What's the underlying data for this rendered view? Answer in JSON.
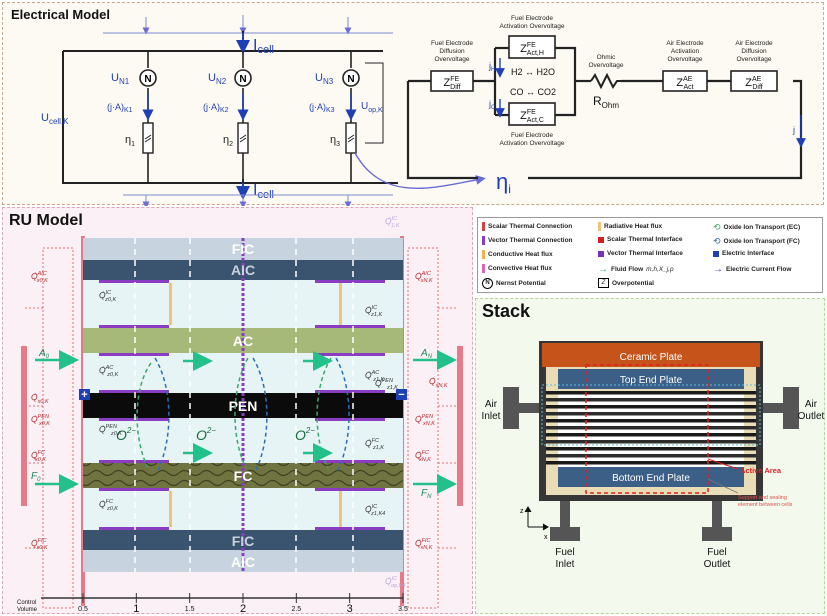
{
  "titles": {
    "electrical": "Electrical Model",
    "ru": "RU Model",
    "stack": "Stack"
  },
  "electrical": {
    "i_cell_top": "I",
    "i_cell_bot": "I",
    "cell_sub": "cell",
    "u_cell": "U",
    "u_cell_sub": "cell,K",
    "u_n": [
      {
        "main": "U",
        "sub": "N1"
      },
      {
        "main": "U",
        "sub": "N2"
      },
      {
        "main": "U",
        "sub": "N3"
      }
    ],
    "ja": [
      {
        "main": "(j·A)",
        "sub": "K1"
      },
      {
        "main": "(j·A)",
        "sub": "K2"
      },
      {
        "main": "(j·A)",
        "sub": "K3"
      }
    ],
    "eta": [
      {
        "main": "η",
        "sub": "1"
      },
      {
        "main": "η",
        "sub": "2"
      },
      {
        "main": "η",
        "sub": "3"
      }
    ],
    "u_op": "U",
    "u_op_sub": "op,K",
    "fe_diff_label": [
      "Fuel Electrode",
      "Diffusion",
      "Overvoltage"
    ],
    "fe_act_label_top": [
      "Fuel Electrode",
      "Activation Overvoltage"
    ],
    "fe_act_label_bot": [
      "Fuel Electrode",
      "Activation Overvoltage"
    ],
    "ohmic_label": [
      "Ohmic",
      "Overvoltage"
    ],
    "ae_act_label": [
      "Air Electrode",
      "Activation",
      "Overvoltage"
    ],
    "ae_diff_label": [
      "Air Electrode",
      "Diffusion",
      "Overvoltage"
    ],
    "z_fe_diff": {
      "main": "Z",
      "sup": "FE",
      "sub": "Diff"
    },
    "z_fe_act_h": {
      "main": "Z",
      "sup": "FE",
      "sub": "Act,H"
    },
    "z_fe_act_c": {
      "main": "Z",
      "sup": "FE",
      "sub": "Act,C"
    },
    "z_ae_act": {
      "main": "Z",
      "sup": "AE",
      "sub": "Act"
    },
    "z_ae_diff": {
      "main": "Z",
      "sup": "AE",
      "sub": "Diff"
    },
    "r_ohm": {
      "main": "R",
      "sub": "Ohm"
    },
    "reaction_h": "H2 ↔ H2O",
    "reaction_c": "CO ↔ CO2",
    "j_h": {
      "main": "j",
      "sub": "H"
    },
    "j_c": {
      "main": "j",
      "sub": "C"
    },
    "j": "j",
    "eta_i": {
      "main": "η",
      "sub": "i"
    },
    "nernst_symbol": "N"
  },
  "ru": {
    "layers": [
      "FIC",
      "AIC",
      "AC",
      "PEN",
      "FC",
      "FIC",
      "AIC"
    ],
    "o2": "O",
    "o2_sup": "2−",
    "a0": {
      "main": "A",
      "sub": "0"
    },
    "an": {
      "main": "A",
      "sub": "N"
    },
    "f0": {
      "main": "F",
      "sub": "0"
    },
    "fn": {
      "main": "F",
      "sub": "N"
    },
    "q_left": [
      {
        "main": "Q̇",
        "sup": "AIC",
        "sub": "x0,K"
      },
      {
        "main": "Q̇",
        "sup": "PEN",
        "sub": "x0,K"
      },
      {
        "main": "Q̇",
        "sup": "FC",
        "sub": "x0,K"
      },
      {
        "main": "Q̇",
        "sup": "FIC",
        "sub": "x0,K"
      }
    ],
    "q_right": [
      {
        "main": "Q̇",
        "sup": "AIC",
        "sub": "xN,K"
      },
      {
        "main": "Q̇",
        "sup": "PEN",
        "sub": "xN,K"
      },
      {
        "main": "Q̇",
        "sup": "FC",
        "sub": "xN,K"
      },
      {
        "main": "Q̇",
        "sup": "FIC",
        "sub": "xN,K"
      }
    ],
    "q_side_left": {
      "main": "Q̇",
      "sub": "x0,K"
    },
    "q_side_right": {
      "main": "Q̇",
      "sub": "xN,K"
    },
    "q_inner_left": [
      {
        "main": "Q̇",
        "sup": "IC",
        "sub": "z0,K"
      },
      {
        "main": "Q̇",
        "sup": "AC",
        "sub": "z0,K"
      },
      {
        "main": "Q̇",
        "sup": "PEN",
        "sub": "z0,K"
      },
      {
        "main": "Q̇",
        "sup": "FC",
        "sub": "z0,K"
      }
    ],
    "q_inner_right": [
      {
        "main": "Q̇",
        "sup": "IC",
        "sub": "z1,K"
      },
      {
        "main": "Q̇",
        "sup": "AC",
        "sub": "z1,K"
      },
      {
        "main": "Q̇",
        "sup": "PEN",
        "sub": "z1,K"
      },
      {
        "main": "Q̇",
        "sup": "FC",
        "sub": "z1,K"
      },
      {
        "main": "Q̇",
        "sup": "IC",
        "sub": "z1,K4"
      }
    ],
    "q_top": {
      "main": "Q̇",
      "sup": "IC",
      "sub": "1,K"
    },
    "q_bot": {
      "main": "Q̇",
      "sup": "IC",
      "sub": "op,K4"
    },
    "axis_label": [
      "Control",
      "Volume"
    ],
    "axis_ticks": [
      "0.5",
      "1",
      "1.5",
      "2",
      "2.5",
      "3",
      "3.5"
    ]
  },
  "legend": [
    {
      "label": "Scalar Thermal Connection",
      "color": "#d43f3f",
      "kind": "dash"
    },
    {
      "label": "Radiative Heat flux",
      "color": "#f2c27a",
      "kind": "bar"
    },
    {
      "label": "Oxide Ion Transport (EC)",
      "color": "#3aa86b",
      "kind": "dasharc"
    },
    {
      "label": "Vector Thermal Connection",
      "color": "#8a3cc2",
      "kind": "dash"
    },
    {
      "label": "Scalar Thermal Interface",
      "color": "#d42020",
      "kind": "square"
    },
    {
      "label": "Oxide Ion Transport (FC)",
      "color": "#2a6fb5",
      "kind": "dasharc"
    },
    {
      "label": "Conductive Heat flux",
      "color": "#f5b04a",
      "kind": "bar"
    },
    {
      "label": "Vector Thermal Interface",
      "color": "#7a2fb8",
      "kind": "square"
    },
    {
      "label": "Electric Interface",
      "color": "#1f3fb5",
      "kind": "square"
    },
    {
      "label": "Convective Heat flux",
      "color": "#e066b8",
      "kind": "bar"
    },
    {
      "label": "Fluid Flow",
      "color": "#22c08a",
      "kind": "arrow",
      "extra": "ṁ,ḣ,X_j,p"
    },
    {
      "label": "Electric Current Flow",
      "color": "#1f3fb5",
      "kind": "arrow"
    },
    {
      "label": "Nernst Potential",
      "color": "#000",
      "kind": "circleN"
    },
    {
      "label": "Overpotential",
      "color": "#000",
      "kind": "boxZ"
    }
  ],
  "stack": {
    "ceramic_plate": "Ceramic Plate",
    "top_end_plate": "Top End Plate",
    "bottom_end_plate": "Bottom End Plate",
    "air_inlet": [
      "Air",
      "Inlet"
    ],
    "air_outlet": [
      "Air",
      "Outlet"
    ],
    "fuel_inlet": [
      "Fuel",
      "Inlet"
    ],
    "fuel_outlet": [
      "Fuel",
      "Outlet"
    ],
    "active_area": "Active Area",
    "support": [
      "Support and sealing",
      "element between cells"
    ],
    "axis_z": "z",
    "axis_x": "x"
  },
  "colors": {
    "elec_bg": "#fcfaf2",
    "ru_bg": "#fbf0f5",
    "stack_bg": "#f3f9ec",
    "ic": "#3a5470",
    "ac": "#a7b978",
    "pen": "#0b0b0b",
    "fc": "#6f7440",
    "ceramic": "#c6541a",
    "plate": "#3b5f86",
    "gas": "#e6f4f5"
  }
}
